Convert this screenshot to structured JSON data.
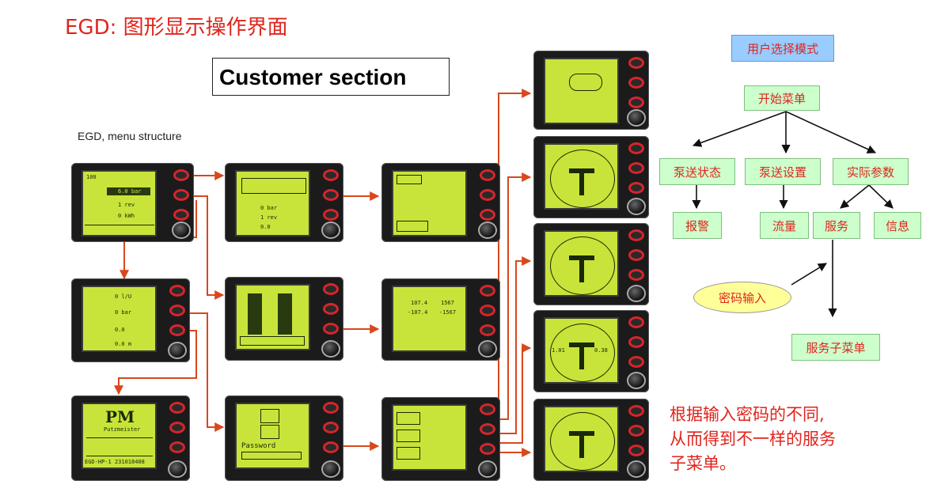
{
  "slide_title": "EGD: 图形显示操作界面",
  "customer_section": "Customer section",
  "menu_caption": "EGD, menu structure",
  "colors": {
    "accent_red": "#e0241c",
    "screen_green": "#c8e43a",
    "node_green": "#ccffcc",
    "mode_blue": "#99ccff",
    "ellipse_yellow": "#ffff99",
    "wire_red": "#d9471c"
  },
  "diagram": {
    "mode": "用户选择模式",
    "start": "开始菜单",
    "pump_status": "泵送状态",
    "pump_settings": "泵送设置",
    "actual_params": "实际参数",
    "alarm": "报警",
    "flow": "流量",
    "service": "服务",
    "info": "信息",
    "password_input": "密码输入",
    "service_submenu": "服务子菜单"
  },
  "note": {
    "line1": "根据输入密码的不同,",
    "line2": "从而得到不一样的服务",
    "line3": "子菜单。"
  },
  "screens": {
    "s1": {
      "val1": "100",
      "val2": "6.0 bar",
      "val3": "1 rev",
      "val4": "0 kWh"
    },
    "s2": {
      "val1": "0 bar",
      "val2": "1 rev",
      "val3": "0.0"
    },
    "s4": {
      "val1": "0 l/U",
      "val2": "0 bar",
      "val3": "0.0",
      "val4": "0.0 m"
    },
    "s6": {
      "val1": "107.4",
      "val2": "1567",
      "val3": "-107.4",
      "val4": "-1567"
    },
    "s7": {
      "logo": "PM",
      "brand": "Putzmeister",
      "footer": "EGD-HP-1   231018408"
    },
    "s8": {
      "password_label": "Password"
    },
    "r4": {
      "left": "1.01",
      "right": "0.38"
    }
  }
}
